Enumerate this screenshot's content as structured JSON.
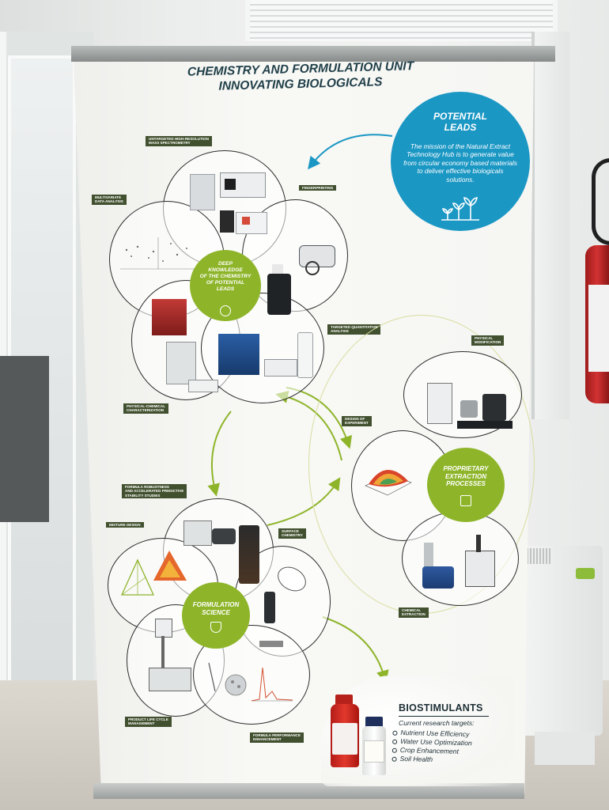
{
  "poster": {
    "title_line1": "CHEMISTRY AND FORMULATION UNIT",
    "title_line2": "INNOVATING BIOLOGICALS"
  },
  "potential_leads": {
    "title_line1": "POTENTIAL",
    "title_line2": "LEADS",
    "text": "The mission of the Natural Extract Technology Hub is to generate value from circular economy based materials to deliver effective biologicals solutions.",
    "color": "#1b97c4",
    "icon": "seedling-icon"
  },
  "chemistry_cluster": {
    "hub_line1": "DEEP",
    "hub_line2": "KNOWLEDGE",
    "hub_line3": "OF THE CHEMISTRY",
    "hub_line4": "OF POTENTIAL",
    "hub_line5": "LEADS",
    "hub_icon": "magnifier-icon",
    "labels": {
      "mass_spec": "UNTARGETED HIGH-RESOLUTION\nMASS SPECTROMETRY",
      "multivariate": "MULTIVARIATE\nDATA ANALYSIS",
      "fingerprinting": "FINGERPRINTING",
      "targeted": "TARGETED QUANTITATIVE\nANALYSIS",
      "physchem": "PHYSICAL-CHEMICAL\nCHARACTERIZATION"
    }
  },
  "extraction_cluster": {
    "hub_line1": "PROPRIETARY",
    "hub_line2": "EXTRACTION",
    "hub_line3": "PROCESSES",
    "hub_icon": "microscope-icon",
    "labels": {
      "physical_mod": "PHYSICAL\nMODIFICATION",
      "doe": "DESIGN OF\nEXPERIMENT",
      "chemical": "CHEMICAL\nEXTRACTION"
    }
  },
  "formulation_cluster": {
    "hub_line1": "FORMULATION",
    "hub_line2": "SCIENCE",
    "hub_icon": "flask-icon",
    "labels": {
      "robustness": "FORMULA ROBUSTNESS\nAND ACCELERATED PREDICTIVE\nSTABILITY STUDIES",
      "mixture": "MIXTURE DESIGN",
      "surface": "SURFACE\nCHEMISTRY",
      "lifecycle": "PRODUCT LIFE CYCLE\nMANAGEMENT",
      "performance": "FORMULA PERFORMANCE\nENHANCEMENT"
    }
  },
  "biostimulants": {
    "title": "BIOSTIMULANTS",
    "subtitle": "Current research targets:",
    "targets": [
      "Nutrient Use Efficiency",
      "Water Use Optimization",
      "Crop Enhancement",
      "Soil Health"
    ]
  },
  "colors": {
    "accent_green": "#8eb52a",
    "label_dark": "#41502e",
    "title_navy": "#21404a",
    "fire_extinguisher_red": "#d23232"
  }
}
